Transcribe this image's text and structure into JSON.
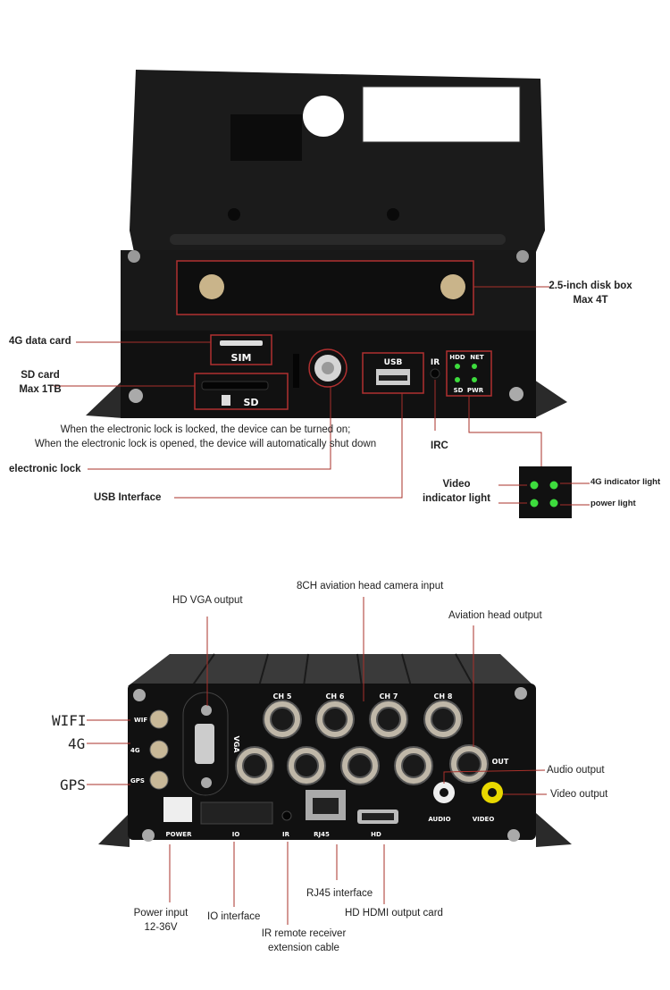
{
  "top_labels": {
    "disk_box": "2.5-inch disk box",
    "disk_box_capacity": "Max 4T",
    "data_card": "4G data card",
    "sd_card": "SD card",
    "sd_capacity": "Max 1TB",
    "lock_note_1": "When the electronic lock is locked, the device can be turned on;",
    "lock_note_2": "When the electronic lock is opened, the device will automatically shut down",
    "electronic_lock": "electronic lock",
    "usb_interface": "USB Interface",
    "irc": "IRC",
    "video_indicator_1": "Video",
    "video_indicator_2": "indicator light",
    "indicator_4g": "4G indicator light",
    "power_light": "power light"
  },
  "top_markings": {
    "sim": "SIM",
    "sd": "SD",
    "usb": "USB",
    "ir": "IR",
    "hdd": "HDD",
    "net": "NET",
    "sd_led": "SD",
    "pwr": "PWR"
  },
  "bottom_labels": {
    "vga_output": "HD VGA output",
    "camera_input": "8CH aviation head camera input",
    "aviation_output": "Aviation head output",
    "wifi": "WIFI",
    "g4": "4G",
    "gps": "GPS",
    "audio_output": "Audio output",
    "video_output": "Video output",
    "power_input": "Power input",
    "power_voltage": "12-36V",
    "io_interface": "IO interface",
    "ir_receiver_1": "IR remote receiver",
    "ir_receiver_2": "extension cable",
    "rj45_interface": "RJ45 interface",
    "hdmi_output": "HD HDMI output card"
  },
  "bottom_markings": {
    "ch5": "CH 5",
    "ch6": "CH 6",
    "ch7": "CH 7",
    "ch8": "CH 8",
    "out": "OUT",
    "vga": "VGA",
    "wifi": "WIF",
    "g4": "4G",
    "gps": "GPS",
    "power": "POWER",
    "io": "IO",
    "ir": "IR",
    "rj45": "RJ45",
    "hd": "HD",
    "audio": "AUDIO",
    "video": "VIDEO"
  },
  "colors": {
    "leader": "#a8302a",
    "led": "#3ddc3d",
    "device": "#141414"
  }
}
